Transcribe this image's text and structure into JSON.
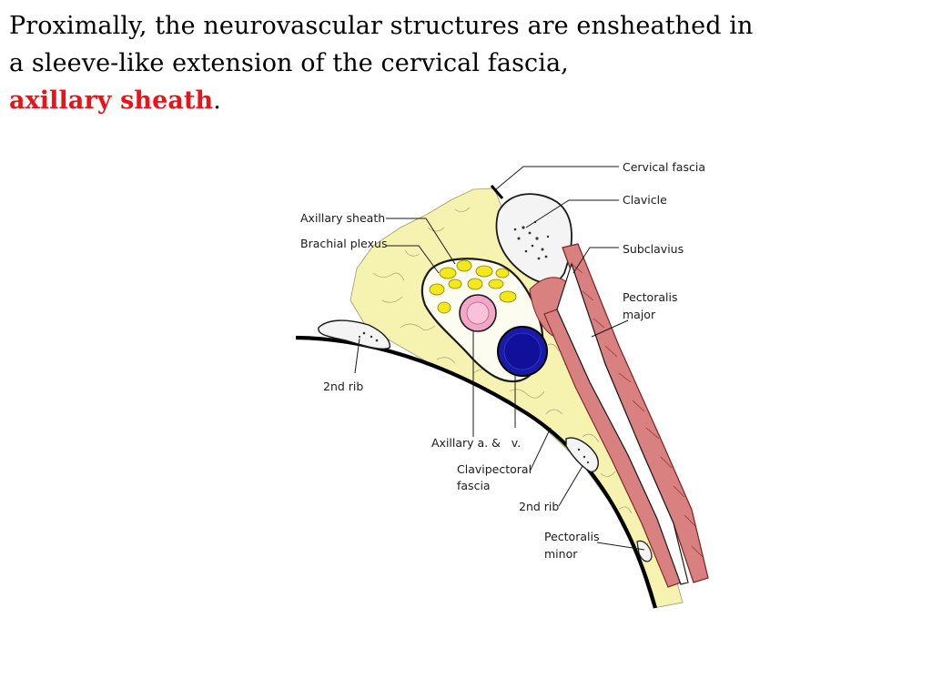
{
  "caption": {
    "line1": "Proximally, the neurovascular structures are ensheathed in",
    "line2": "a sleeve-like extension of the cervical fascia,",
    "term": "axillary sheath",
    "term_suffix": "."
  },
  "diagram": {
    "labels": {
      "cervical_fascia": "Cervical fascia",
      "clavicle": "Clavicle",
      "subclavius": "Subclavius",
      "pectoralis_major_1": "Pectoralis",
      "pectoralis_major_2": "major",
      "axillary_sheath": "Axillary sheath",
      "brachial_plexus": "Brachial plexus",
      "rib_left": "2nd rib",
      "axillary_av": "Axillary a. &   v.",
      "clavipectoral_1": "Clavipectoral",
      "clavipectoral_2": "fascia",
      "rib_right": "2nd rib",
      "pectoralis_minor_1": "Pectoralis",
      "pectoralis_minor_2": "minor"
    },
    "colors": {
      "fat": "#f6f3b0",
      "nerve": "#f3e81a",
      "artery": "#f4a6c6",
      "vein": "#1a1aa8",
      "muscle": "#d98080",
      "term": "#e8141a"
    }
  }
}
